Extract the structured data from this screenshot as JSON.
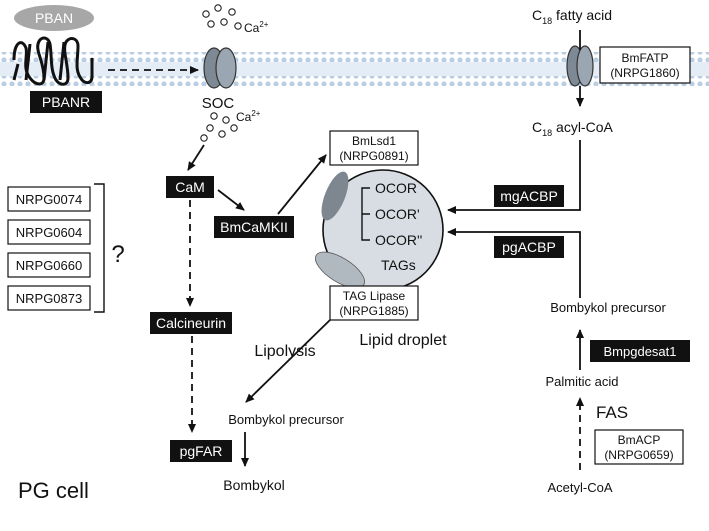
{
  "labels": {
    "pban": "PBAN",
    "pbanr": "PBANR",
    "soc": "SOC",
    "ca_top": "Ca",
    "ca_bottom": "Ca",
    "ca_sup": "2+",
    "c18_fatty_prefix": "C",
    "c18_fatty_sub": "18",
    "c18_fatty_suffix": " fatty acid",
    "c18_acyl_prefix": "C",
    "c18_acyl_sub": "18",
    "c18_acyl_suffix": " acyl-CoA",
    "cam": "CaM",
    "bmcamkii": "BmCaMKII",
    "calcineurin": "Calcineurin",
    "pgfar": "pgFAR",
    "bombykol": "Bombykol",
    "bombykol_precursor_left": "Bombykol precursor",
    "bombykol_precursor_right": "Bombykol precursor",
    "lipolysis": "Lipolysis",
    "lipid_droplet": "Lipid droplet",
    "ocor1": "OCOR",
    "ocor2": "OCOR'",
    "ocor3": "OCOR''",
    "tags": "TAGs",
    "mgacbp": "mgACBP",
    "pgacbp": "pgACBP",
    "bmpgdesat1": "Bmpgdesat1",
    "palmitic_acid": "Palmitic acid",
    "fas": "FAS",
    "acetyl_coa": "Acetyl-CoA",
    "pg_cell": "PG cell",
    "question": "?"
  },
  "boxed": {
    "bmfatp_1": "BmFATP",
    "bmfatp_2": "(NRPG1860)",
    "bmlsd1_1": "BmLsd1",
    "bmlsd1_2": "(NRPG0891)",
    "taglipase_1": "TAG Lipase",
    "taglipase_2": "(NRPG1885)",
    "bmacp_1": "BmACP",
    "bmacp_2": "(NRPG0659)"
  },
  "nrpg_list": [
    "NRPG0074",
    "NRPG0604",
    "NRPG0660",
    "NRPG0873"
  ]
}
